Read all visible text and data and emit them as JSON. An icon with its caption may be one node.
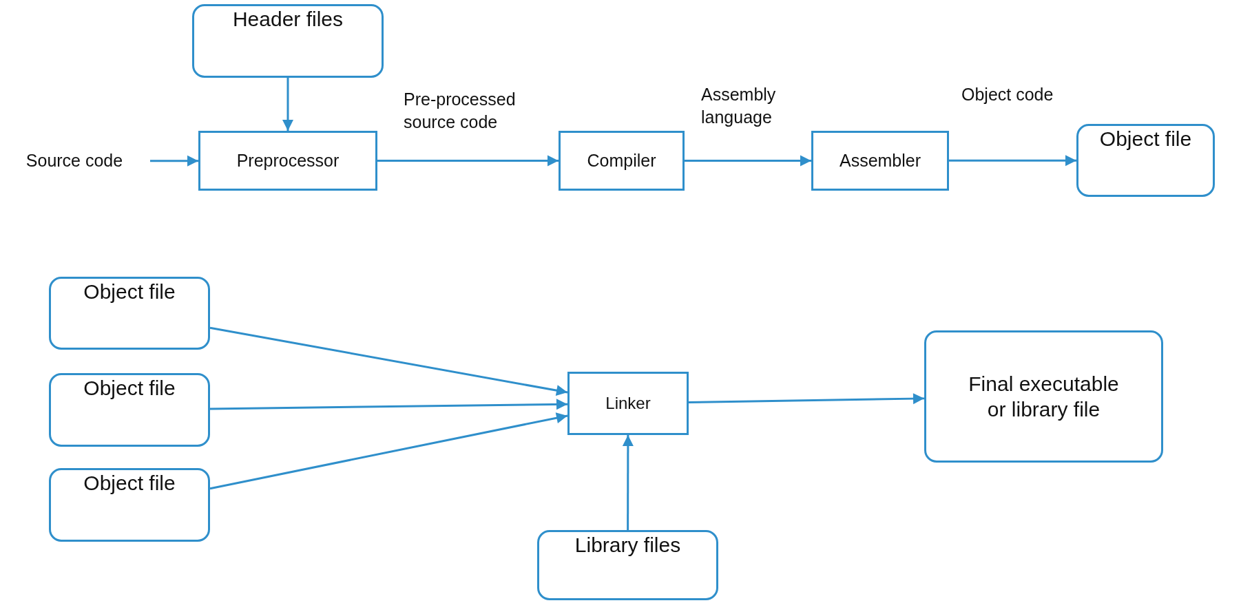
{
  "diagram": {
    "nodes": [
      {
        "text": [
          "Header files"
        ]
      },
      {
        "text": [
          "Source code"
        ]
      },
      {
        "text": [
          "Preprocessor"
        ]
      },
      {
        "text": [
          "Compiler"
        ]
      },
      {
        "text": [
          "Assembler"
        ]
      },
      {
        "text": [
          "Object file"
        ]
      },
      {
        "text": [
          "Object file"
        ]
      },
      {
        "text": [
          "Object file"
        ]
      },
      {
        "text": [
          "Object file"
        ]
      },
      {
        "text": [
          "Linker"
        ]
      },
      {
        "text": [
          "Final executable or library file"
        ]
      },
      {
        "text": [
          "Library files"
        ]
      }
    ],
    "edges": [
      {
        "from": 0,
        "to": 2,
        "arrow": "to"
      },
      {
        "from": 1,
        "to": 2,
        "arrow": "to"
      },
      {
        "from": 2,
        "to": 3,
        "arrow": "to",
        "label": "Pre-processed source code"
      },
      {
        "from": 3,
        "to": 4,
        "arrow": "to",
        "label": "Assembly language"
      },
      {
        "from": 4,
        "to": 5,
        "arrow": "to",
        "label": "Object code"
      },
      {
        "from": 6,
        "to": 9,
        "arrow": "to"
      },
      {
        "from": 7,
        "to": 9,
        "arrow": "to"
      },
      {
        "from": 8,
        "to": 9,
        "arrow": "to"
      },
      {
        "from": 9,
        "to": 10,
        "arrow": "to"
      },
      {
        "from": 11,
        "to": 9,
        "arrow": "to"
      }
    ]
  }
}
